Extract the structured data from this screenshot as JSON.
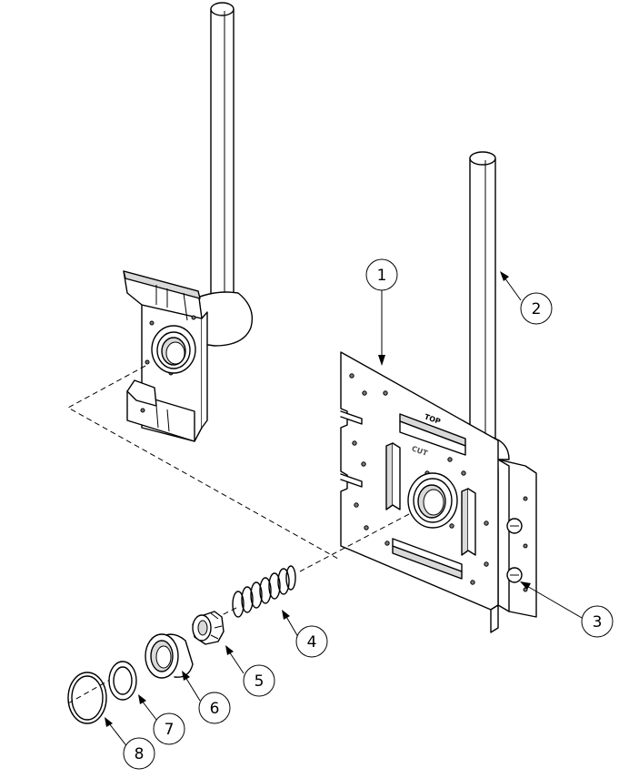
{
  "callouts": [
    {
      "id": "1",
      "label": "1"
    },
    {
      "id": "2",
      "label": "2"
    },
    {
      "id": "3",
      "label": "3"
    },
    {
      "id": "4",
      "label": "4"
    },
    {
      "id": "5",
      "label": "5"
    },
    {
      "id": "6",
      "label": "6"
    },
    {
      "id": "7",
      "label": "7"
    },
    {
      "id": "8",
      "label": "8"
    }
  ],
  "plate_marking": "TOP",
  "plate_marking_hidden": "CUT",
  "colors": {
    "line": "#000000",
    "background": "#ffffff",
    "shade": "#d9d9d9"
  }
}
